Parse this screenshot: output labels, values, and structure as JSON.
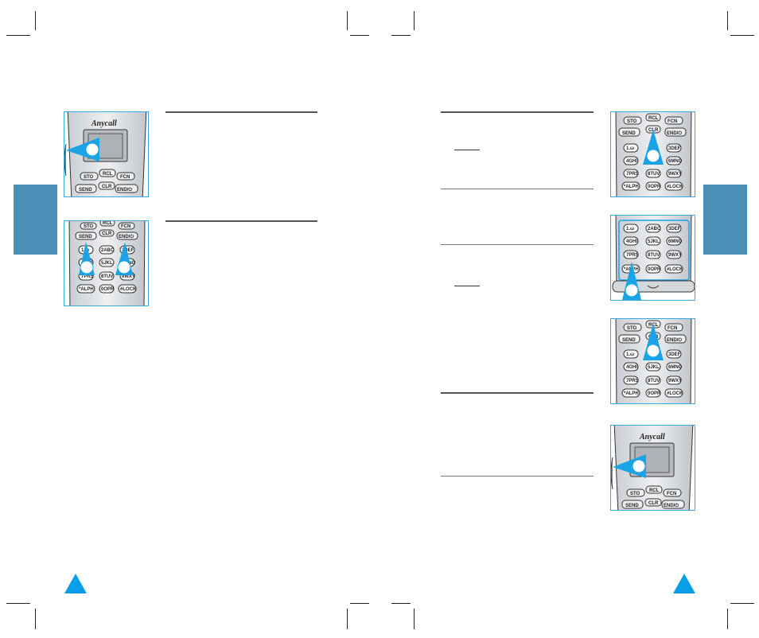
{
  "brand": "Anycall",
  "keys": {
    "sto": "STO",
    "rcl": "RCL",
    "fcn": "FCN",
    "clr": "CLR",
    "send": "SEND",
    "end": "END/⏻",
    "k1": "1.ω",
    "k2": "2ABC",
    "k3": "3DEF",
    "k4": "4GHI",
    "k5": "5JKL",
    "k6": "6MNO",
    "k7": "7PRS",
    "k8": "8TUV",
    "k9": "9WXY",
    "kstar": "*ALPH",
    "k0": "0OPR",
    "khash": "#LOCK"
  },
  "colors": {
    "tab": "#4a8fb5",
    "frame": "#39a9e0",
    "pointer": "#1aa3e6",
    "page_marker": "#0a9ee8"
  },
  "icons": {
    "pointer": "pointer-triangle-icon",
    "page_marker": "page-marker-triangle-icon"
  }
}
